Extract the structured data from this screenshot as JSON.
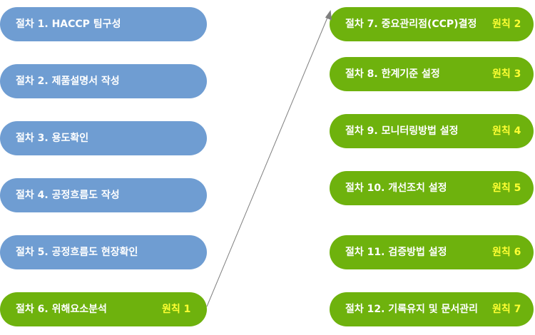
{
  "left_steps": [
    {
      "step": "절차 1.  HACCP 팀구성"
    },
    {
      "step": "절차 2.  제품설명서 작성"
    },
    {
      "step": "절차 3.  용도확인"
    },
    {
      "step": "절차 4.  공정흐름도 작성"
    },
    {
      "step": "절차 5.  공정흐름도 현장확인"
    },
    {
      "step": "절차 6.  위해요소분석",
      "principle": "원칙 1"
    }
  ],
  "right_steps": [
    {
      "step": "절차 7. 중요관리점(CCP)결정",
      "principle": "원칙 2"
    },
    {
      "step": "절차 8. 한계기준 설정",
      "principle": "원칙 3"
    },
    {
      "step": "절차 9. 모니터링방법 설정",
      "principle": "원칙 4"
    },
    {
      "step": "절차 10. 개선조치 설정",
      "principle": "원칙 5"
    },
    {
      "step": "절차 11. 검증방법 설정",
      "principle": "원칙 6"
    },
    {
      "step": "절차 12. 기록유지 및 문서관리",
      "principle": "원칙 7"
    }
  ],
  "colors": {
    "preliminary_steps": "#6f9dd2",
    "principle_steps": "#6eb20d",
    "principle_label": "#ffff33",
    "connector": "#7f7f7f"
  }
}
